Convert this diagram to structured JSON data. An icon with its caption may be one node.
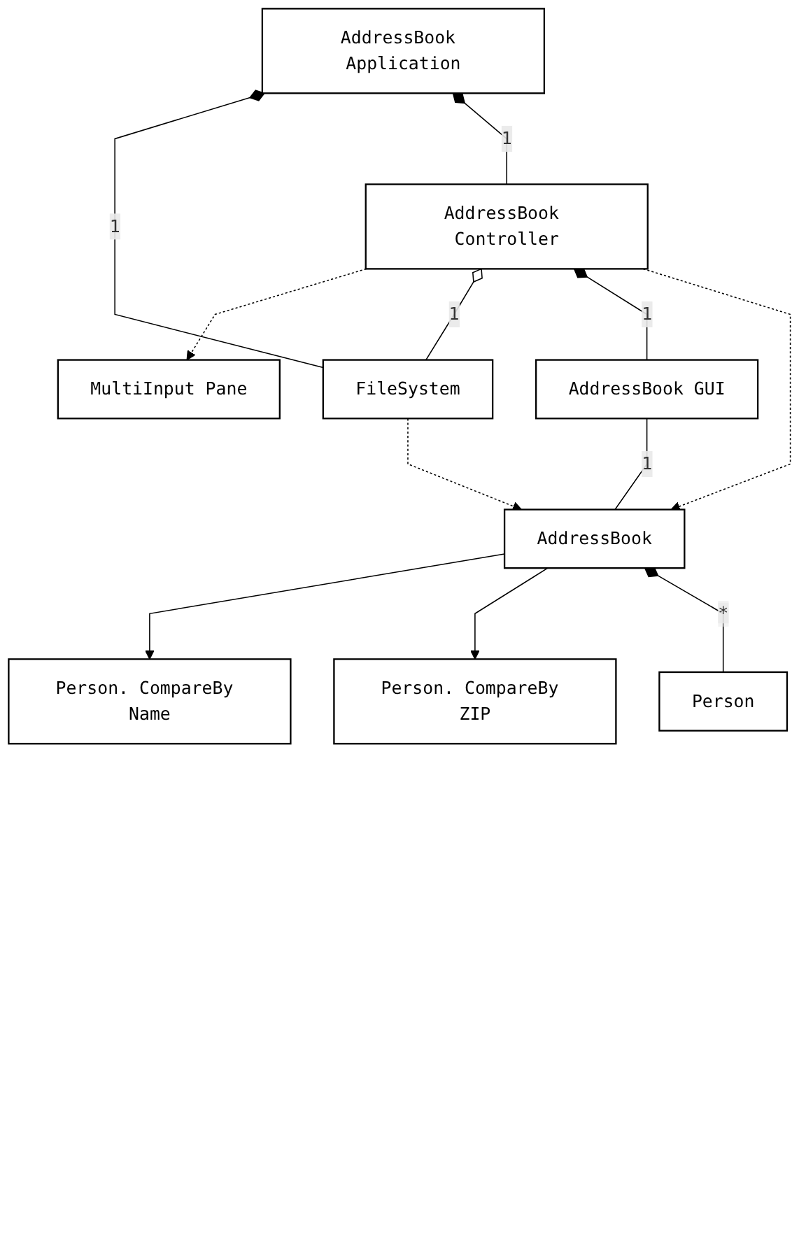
{
  "diagram": {
    "nodes": [
      {
        "text": [
          "AddressBook Application"
        ]
      },
      {
        "text": [
          "AddressBook Controller"
        ]
      },
      {
        "text": [
          "MultiInput Pane"
        ]
      },
      {
        "text": [
          "FileSystem"
        ]
      },
      {
        "text": [
          "AddressBook GUI"
        ]
      },
      {
        "text": [
          "Person. CompareBy Name"
        ]
      },
      {
        "text": [
          "AddressBook"
        ]
      },
      {
        "text": [
          "Person. CompareBy ZIP"
        ]
      },
      {
        "text": [
          "Person"
        ]
      }
    ],
    "edges": [
      {
        "from": 0,
        "to": 3,
        "arrow": "other",
        "label": "1"
      },
      {
        "from": 0,
        "to": 1,
        "arrow": "other",
        "label": "1"
      },
      {
        "from": 1,
        "to": 2,
        "arrow": "to",
        "style": "dashed"
      },
      {
        "from": 1,
        "to": 3,
        "arrow": "other",
        "label": "1"
      },
      {
        "from": 1,
        "to": 4,
        "arrow": "other",
        "label": "1"
      },
      {
        "from": 1,
        "to": 6,
        "arrow": "to",
        "style": "dashed"
      },
      {
        "from": 3,
        "to": 6,
        "arrow": "to",
        "style": "dashed"
      },
      {
        "from": 4,
        "to": 6,
        "arrow": "none",
        "label": "1"
      },
      {
        "from": 6,
        "to": 5,
        "arrow": "to"
      },
      {
        "from": 6,
        "to": 7,
        "arrow": "to"
      },
      {
        "from": 6,
        "to": 8,
        "arrow": "other",
        "label": "*"
      }
    ]
  }
}
